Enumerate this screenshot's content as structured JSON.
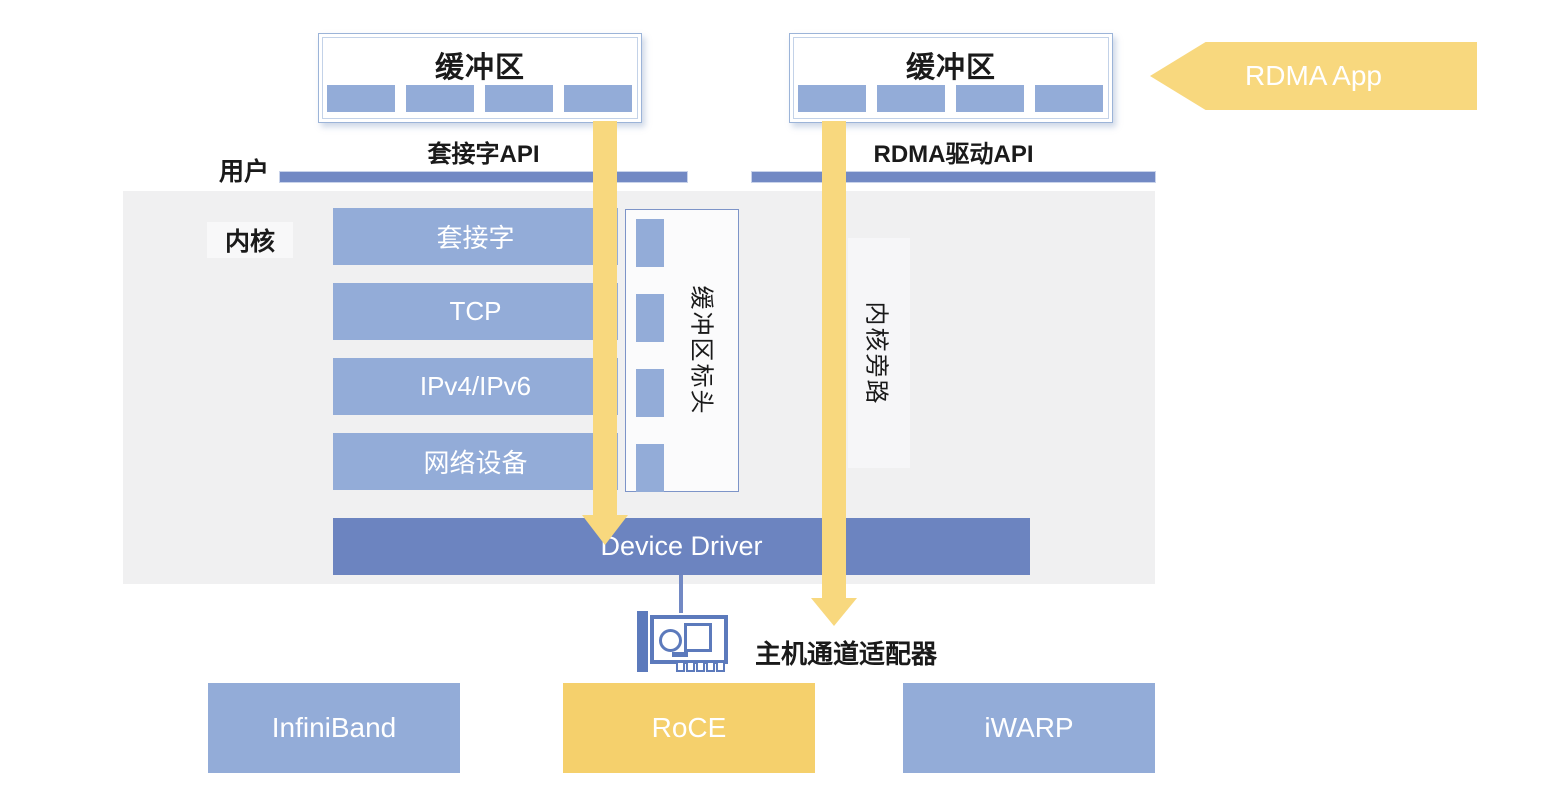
{
  "diagram": {
    "buffers": {
      "left_title": "缓冲区",
      "right_title": "缓冲区"
    },
    "rdma_app_label": "RDMA App",
    "user_label": "用户",
    "kernel_label": "内核",
    "socket_api_label": "套接字API",
    "rdma_driver_api_label": "RDMA驱动API",
    "kernel_stack": [
      "套接字",
      "TCP",
      "IPv4/IPv6",
      "网络设备"
    ],
    "buffer_header_label": "缓冲区标头",
    "kernel_bypass_label": "内核旁路",
    "device_driver_label": "Device Driver",
    "host_channel_adapter_label": "主机通道适配器",
    "transports": [
      "InfiniBand",
      "RoCE",
      "iWARP"
    ],
    "colors": {
      "light_blue": "#93acd8",
      "bar_blue": "#7289c4",
      "device_driver_blue": "#6c84c0",
      "icon_blue": "#5c7abc",
      "yellow": "#f8d87e",
      "roce_yellow": "#f5d06c",
      "kernel_bg": "#f0f0f1"
    }
  }
}
